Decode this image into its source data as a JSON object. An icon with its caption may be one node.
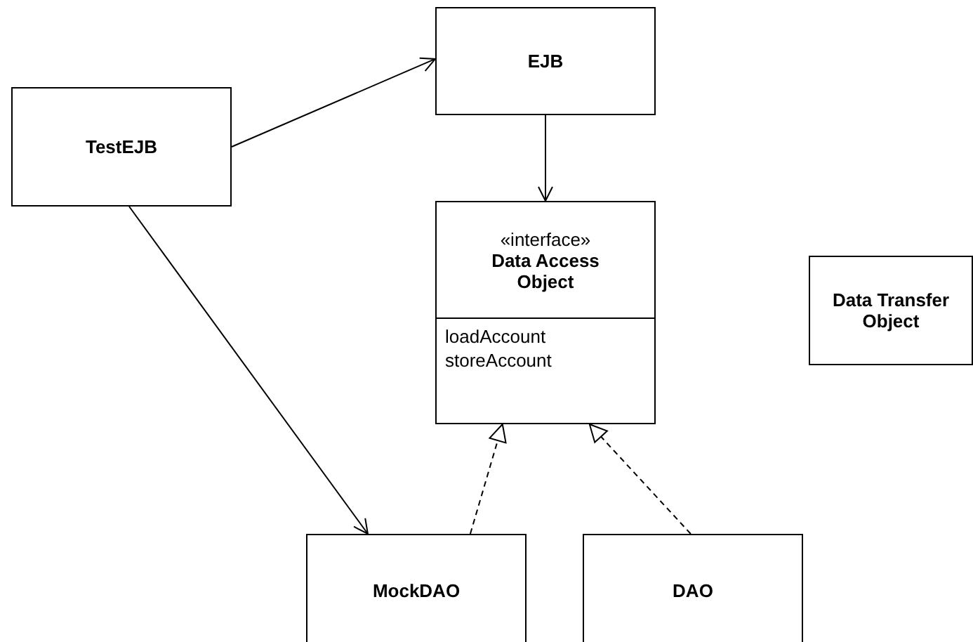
{
  "diagram": {
    "nodes": [
      {
        "text": [
          "TestEJB"
        ]
      },
      {
        "text": [
          "EJB"
        ]
      },
      {
        "text": [
          "«interface»",
          "Data Access Object",
          "loadAccount",
          "storeAccount"
        ]
      },
      {
        "text": [
          "Data Transfer Object"
        ]
      },
      {
        "text": [
          "MockDAO"
        ]
      },
      {
        "text": [
          "DAO"
        ]
      }
    ],
    "edges": [
      {
        "from": 0,
        "to": 1,
        "arrow": "to"
      },
      {
        "from": 1,
        "to": 2,
        "arrow": "to"
      },
      {
        "from": 0,
        "to": 4,
        "arrow": "to"
      },
      {
        "from": 4,
        "to": 2,
        "arrow": "to",
        "style": "dashed"
      },
      {
        "from": 5,
        "to": 2,
        "arrow": "to",
        "style": "dashed"
      }
    ]
  }
}
